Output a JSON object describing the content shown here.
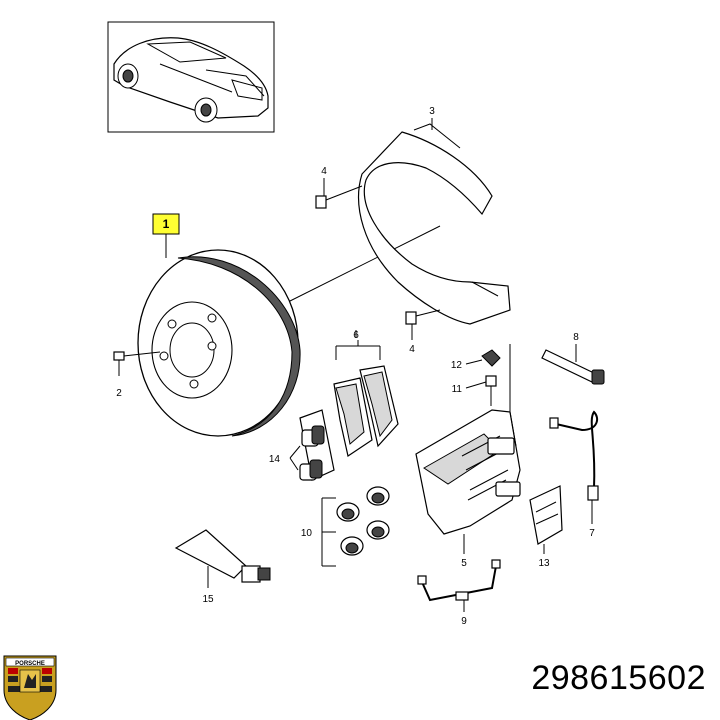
{
  "callouts": {
    "c1": "1",
    "c2": "2",
    "c3": "3",
    "c4a": "4",
    "c4b": "4",
    "c5": "5",
    "c6": "6",
    "c7": "7",
    "c8": "8",
    "c9": "9",
    "c10": "10",
    "c11": "11",
    "c12": "12",
    "c13": "13",
    "c14": "14",
    "c15": "15"
  },
  "highlight_color": "#ffff33",
  "part_number": "298615602",
  "logo_text": "PORSCHE",
  "icons": {
    "logo": "porsche-crest-icon",
    "car": "car-icon"
  }
}
